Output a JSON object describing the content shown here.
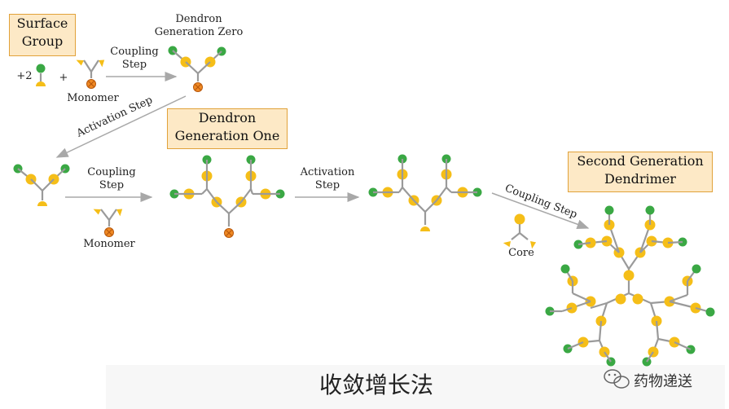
{
  "boxes": {
    "surface_group": "Surface\nGroup",
    "gen_one": "Dendron\nGeneration One",
    "second_gen": "Second Generation\nDendrimer"
  },
  "labels": {
    "dendron_gen_zero": "Dendron\nGeneration Zero",
    "coupling_step_1": "Coupling\nStep",
    "coupling_step_2": "Coupling\nStep",
    "activation_step_1": "Activation Step",
    "activation_step_2": "Activation\nStep",
    "coupling_step_3": "Coupling Step",
    "monomer_1": "Monomer",
    "monomer_2": "Monomer",
    "core": "Core",
    "plus2": "+2",
    "plus": "+"
  },
  "footer": {
    "title": "收敛增长法",
    "watermark": "药物递送"
  },
  "colors": {
    "green": "#3aa844",
    "yellow": "#f5be18",
    "orange": "#f08a24",
    "bond": "#9a9a9a",
    "arrow": "#a8a8a8",
    "box_fill": "#fde9c6",
    "box_border": "#e1a23a"
  }
}
